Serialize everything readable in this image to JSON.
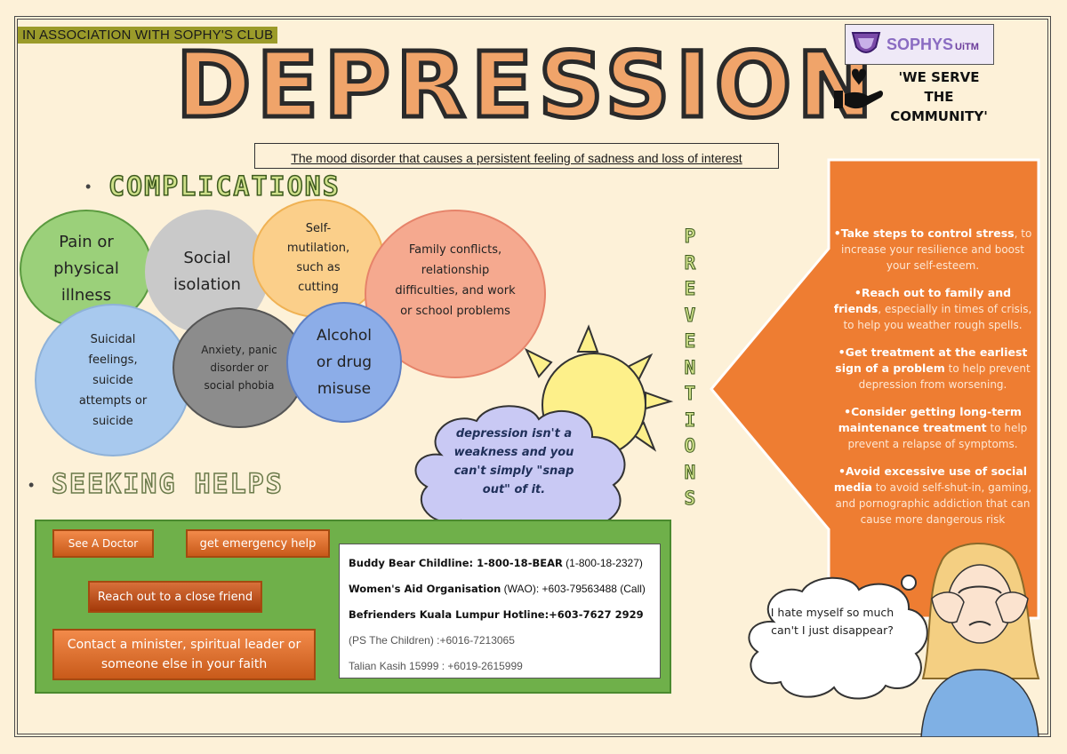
{
  "header": {
    "association": "IN ASSOCIATION WITH SOPHY'S CLUB",
    "title": "DEPRESSION",
    "subtitle": "The mood disorder that causes a persistent feeling of sadness and loss of interest"
  },
  "logo": {
    "name": "SOPHYS",
    "suffix": "UiTM",
    "slogan": "'WE SERVE THE COMMUNITY'"
  },
  "complications": {
    "heading": "COMPLICATIONS",
    "items": [
      "Pain or physical illness",
      "Social isolation",
      "Self-mutilation, such as cutting",
      "Family conflicts, relationship difficulties, and work or school problems",
      "Suicidal feelings, suicide attempts or suicide",
      "Anxiety, panic disorder or social phobia",
      "Alcohol or drug misuse"
    ]
  },
  "quote": "depression isn't a weakness and you can't simply \"snap out\" of it.",
  "preventions": {
    "heading": "PREVENTIONS",
    "letters": [
      "P",
      "R",
      "E",
      "V",
      "E",
      "N",
      "T",
      "I",
      "O",
      "N",
      "S"
    ],
    "items": [
      {
        "bold": "•Take steps to control stress",
        "rest": ", to increase your resilience and boost your self-esteem."
      },
      {
        "bold": "•Reach out to family and friends",
        "rest": ", especially in times of crisis, to help you weather rough spells."
      },
      {
        "bold": "•Get treatment at the earliest sign of a problem",
        "rest": " to help prevent depression from worsening."
      },
      {
        "bold": "•Consider getting long-term maintenance treatment",
        "rest": " to help prevent a relapse of symptoms."
      },
      {
        "bold": "•Avoid excessive use of social media",
        "rest": " to avoid self-shut-in, gaming, and pornographic addiction that can cause more dangerous risk"
      }
    ]
  },
  "seeking_help": {
    "heading": "SEEKING HELPS",
    "buttons": {
      "doctor": "See A Doctor",
      "emergency": "get emergency help",
      "friend": "Reach out to a close friend",
      "minister": "Contact a minister, spiritual leader or someone else in your faith"
    },
    "hotlines": [
      {
        "bold": "Buddy Bear Childline: 1-800-18-BEAR",
        "rest": " (1-800-18-2327)"
      },
      {
        "bold": "Women's Aid Organisation",
        "rest": " (WAO): +603-79563488 (Call)"
      },
      {
        "bold": "Befrienders Kuala Lumpur Hotline:+603-7627 2929",
        "rest": ""
      },
      {
        "bold": "",
        "rest": "(PS The Children) :+6016-7213065"
      },
      {
        "bold": "",
        "rest": "Talian Kasih 15999 : +6019-2615999"
      }
    ]
  },
  "thought": "I hate myself so much can't I just disappear?",
  "colors": {
    "background": "#fdf1d8",
    "title_fill": "#f0a46a",
    "arrow": "#ee7d32",
    "help_box": "#6fb04a",
    "heading_green": "#cfe08a"
  }
}
